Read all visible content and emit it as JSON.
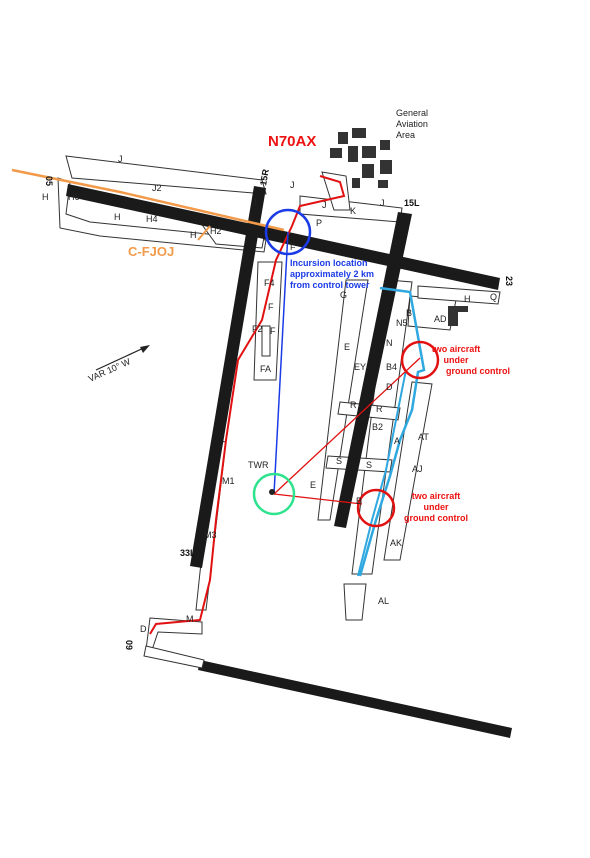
{
  "callouts": {
    "aircraft_1": "N70AX",
    "aircraft_2": "C-FJOJ",
    "incursion": [
      "Incursion location",
      "approximately 2 km",
      "from control tower"
    ],
    "ground_control_1": [
      "two aircraft",
      "under",
      "ground control"
    ],
    "ground_control_2": [
      "two aircraft",
      "under",
      "ground control"
    ]
  },
  "area_label": [
    "General",
    "Aviation",
    "Area"
  ],
  "variation": "VAR 10° W",
  "tower": "TWR",
  "runways": {
    "r15R": "15R",
    "r15L": "15L",
    "r33L": "33L",
    "r05": "05",
    "r23": "23",
    "r09": "09"
  },
  "taxiways": {
    "J_top": "J",
    "J2": "J2",
    "J_upper": "J",
    "J_mid": "J",
    "J_right": "J",
    "H_left": "H",
    "H6": "H6",
    "H_mid": "H",
    "H4": "H4",
    "H2": "H2",
    "H_small": "H",
    "P": "P",
    "K": "K",
    "F_top": "F",
    "F4": "F4",
    "F_mid": "F",
    "F2": "F2",
    "F_low": "F",
    "FA": "FA",
    "G": "G",
    "B_top": "B",
    "N5": "N5",
    "N": "N",
    "B4": "B4",
    "E_top": "E",
    "EY": "EY",
    "D": "D",
    "R1": "R",
    "R2": "R",
    "B2": "B2",
    "A": "A",
    "AT": "AT",
    "S1": "S",
    "S2": "S",
    "AJ": "AJ",
    "E_low": "E",
    "B_low": "B",
    "AK": "AK",
    "AL": "AL",
    "H_right": "H",
    "Q": "Q",
    "AD": "AD",
    "M1": "M1",
    "M3": "M3",
    "M": "M",
    "D_low": "D"
  },
  "colors": {
    "red_route": "#e11111",
    "blue_route": "#2fa8e0",
    "orange_route": "#f29a4a",
    "incursion_circle": "#1a3be6",
    "tower_circle": "#2fe38e",
    "runway": "#1a1a1a"
  }
}
